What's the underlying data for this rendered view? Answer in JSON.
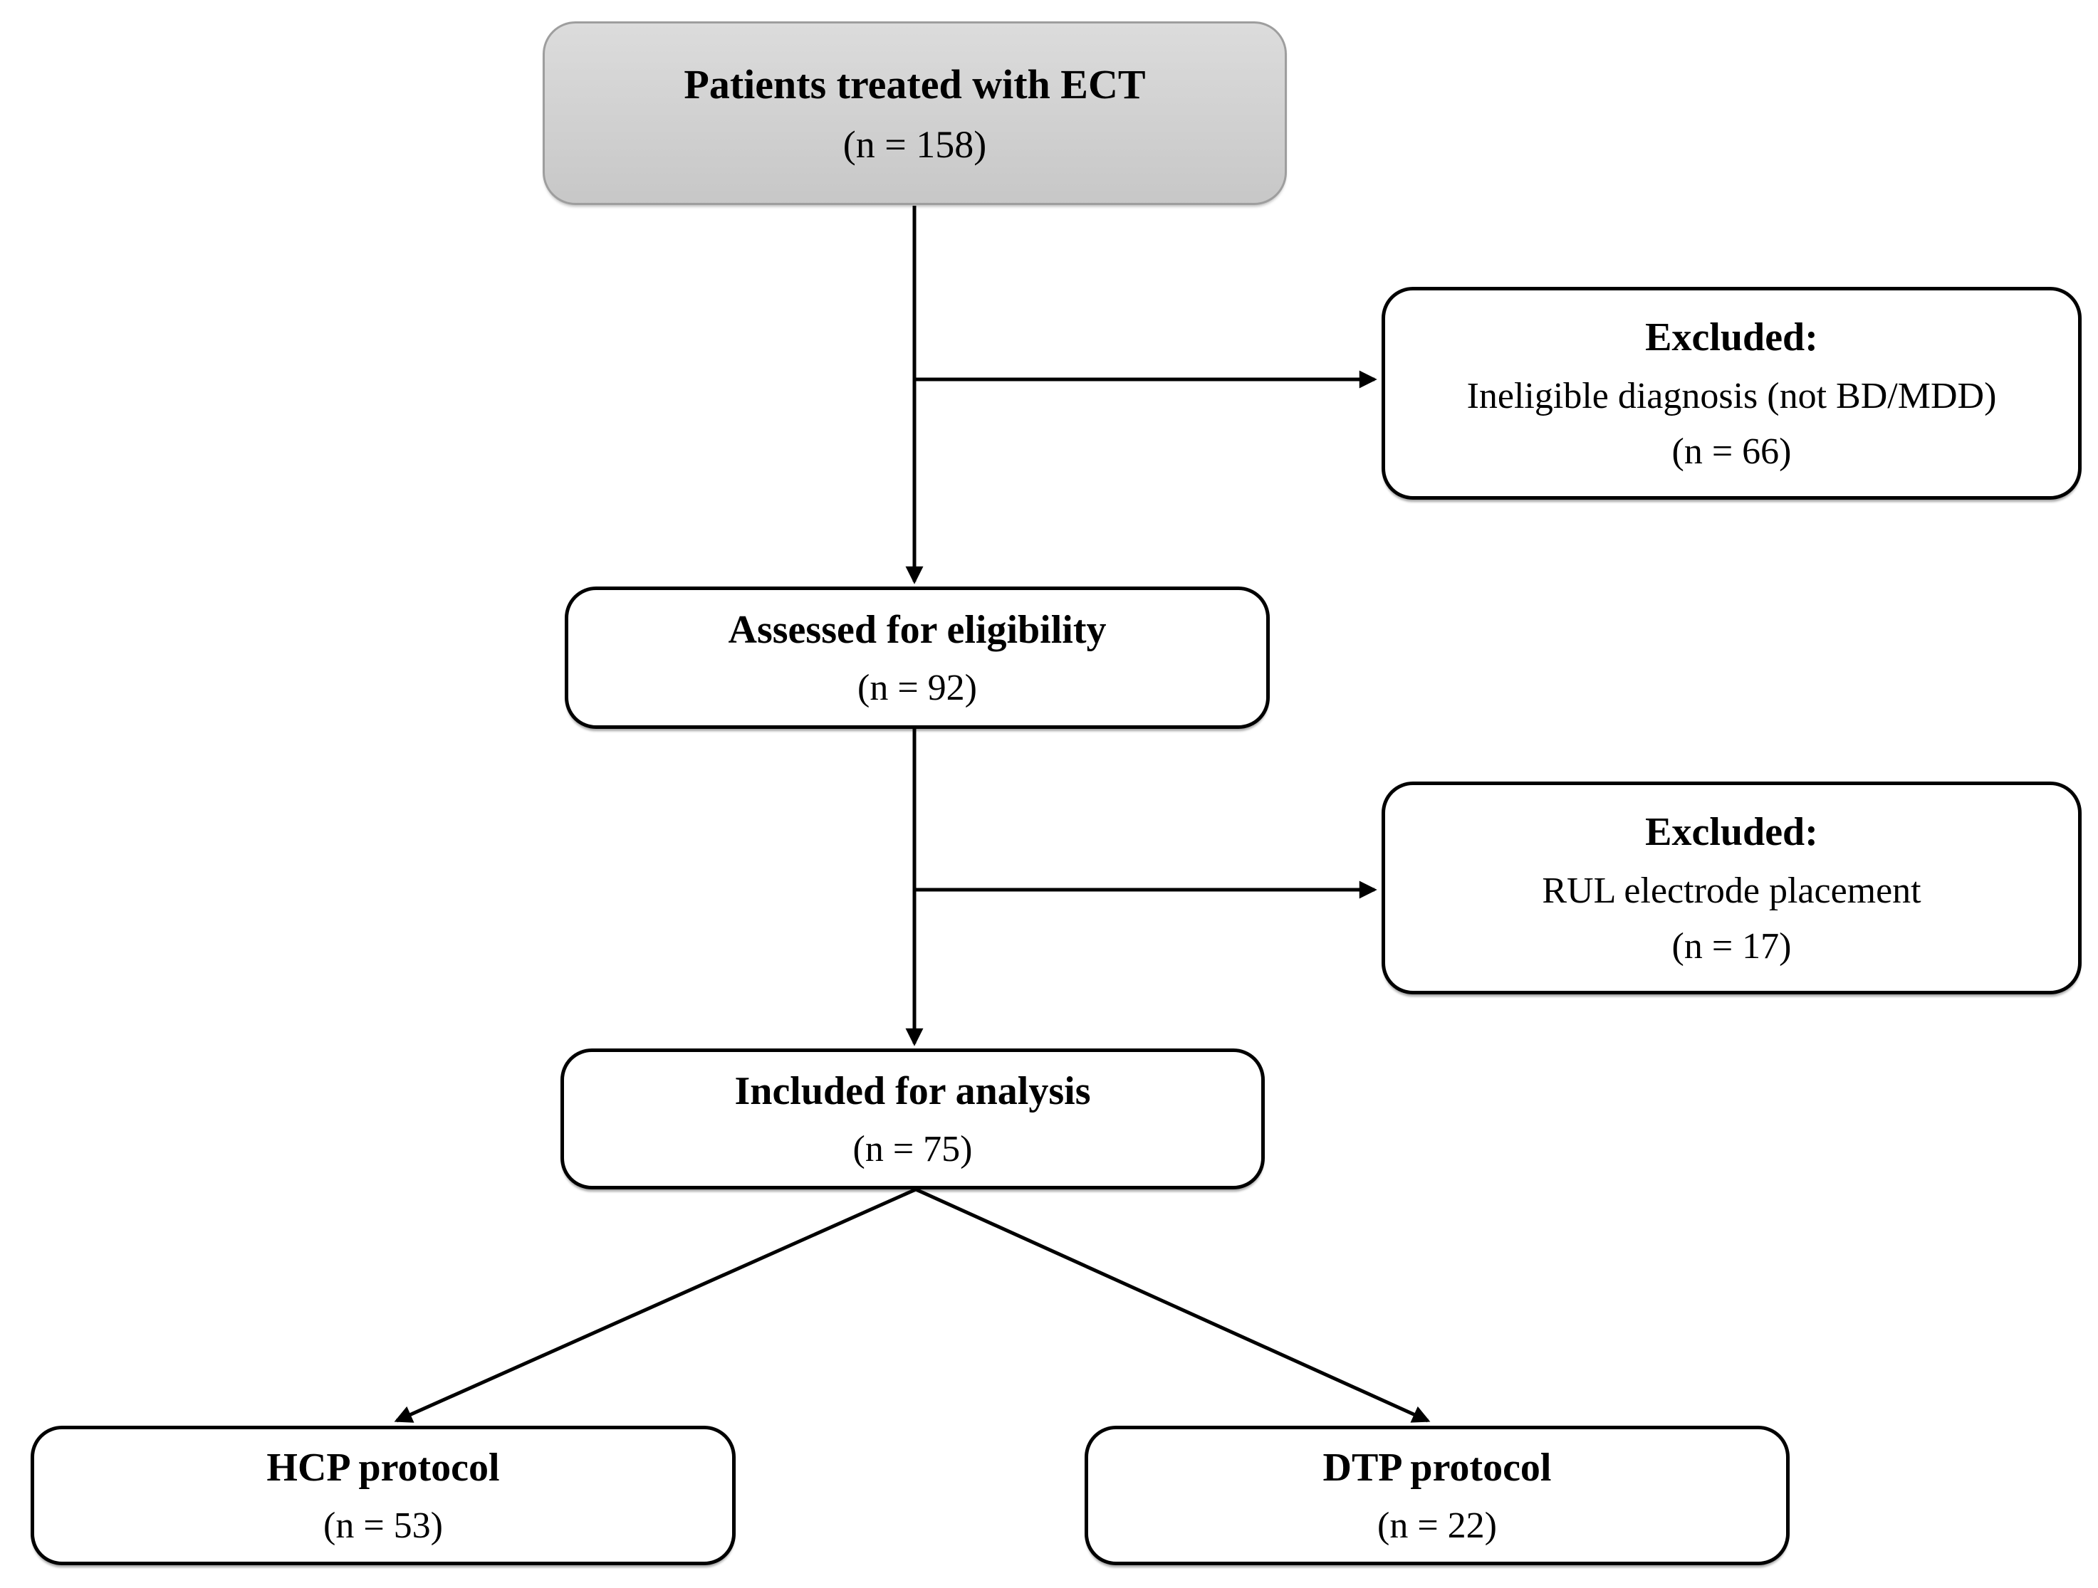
{
  "figure": {
    "type": "flow-diagram",
    "background_color": "#ffffff",
    "arrow_color": "#000000",
    "box_border_color": "#000000",
    "text_color": "#000000",
    "top_box_fill": "#d2d2d2",
    "top_box_border": "#9e9e9e",
    "nodes": {
      "ect": {
        "title": "Patients treated with ECT",
        "count": "(n = 158)"
      },
      "excluded1": {
        "title": "Excluded:",
        "detail": "Ineligible diagnosis (not BD/MDD)",
        "count": "(n = 66)"
      },
      "assessed": {
        "title": "Assessed for eligibility",
        "count": "(n = 92)"
      },
      "excluded2": {
        "title": "Excluded:",
        "detail": "RUL electrode placement",
        "count": "(n = 17)"
      },
      "included": {
        "title": "Included for analysis",
        "count": "(n = 75)"
      },
      "hcp": {
        "title": "HCP protocol",
        "count": "(n = 53)"
      },
      "dtp": {
        "title": "DTP protocol",
        "count": "(n = 22)"
      }
    },
    "edges": [
      {
        "from": "Patients treated with ECT",
        "to": "Assessed for eligibility"
      },
      {
        "from": "Patients treated with ECT → Assessed for eligibility",
        "to": "Excluded: Ineligible diagnosis (not BD/MDD)"
      },
      {
        "from": "Assessed for eligibility",
        "to": "Included for analysis"
      },
      {
        "from": "Assessed for eligibility → Included for analysis",
        "to": "Excluded: RUL electrode placement"
      },
      {
        "from": "Included for analysis",
        "to": "HCP protocol"
      },
      {
        "from": "Included for analysis",
        "to": "DTP protocol"
      }
    ]
  }
}
